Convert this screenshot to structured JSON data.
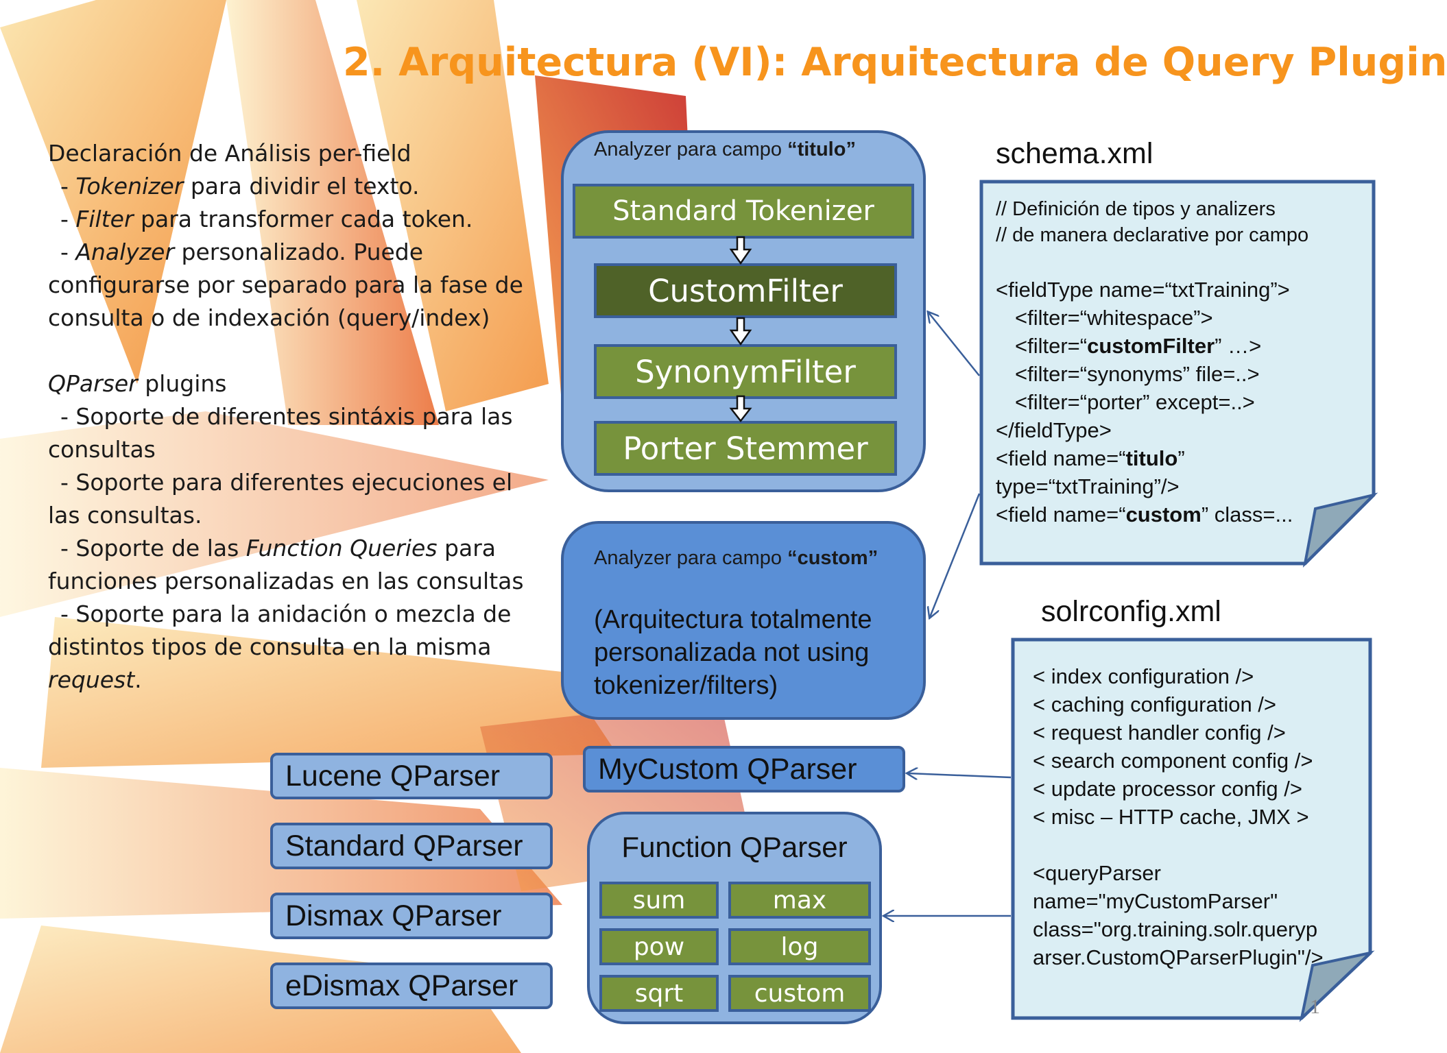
{
  "title": "2. Arquitectura (VI): Arquitectura de Query Plugin",
  "left": {
    "heading": "Declaración de Análisis per-field",
    "tokenizer_em": "Tokenizer",
    "tokenizer_rest": " para dividir el texto.",
    "filter_em": "Filter",
    "filter_rest": " para transformer cada token.",
    "analyzer_em": "Analyzer",
    "analyzer_rest": " personalizado. Puede",
    "analyzer_line2": "configurarse por separado para la fase de",
    "analyzer_line3": "consulta o de indexación (query/index)",
    "qparser_em": "QParser",
    "qparser_rest": " plugins",
    "s1": "- Soporte de diferentes sintáxis para las",
    "s1b": "consultas",
    "s2": "- Soporte para diferentes ejecuciones el",
    "s2b": "las consultas.",
    "s3a": "- Soporte de las ",
    "s3em": "Function Queries",
    "s3b": " para",
    "s3c": "funciones personalizadas en las consultas",
    "s4": "- Soporte para la anidación o mezcla de",
    "s4b": "distintos tipos de consulta en la misma",
    "s4em": "request",
    "s4end": "."
  },
  "titulo_panel": {
    "label_pre": "Analyzer para campo ",
    "label_bold": "“titulo”",
    "steps": [
      "Standard Tokenizer",
      "CustomFilter",
      "SynonymFilter",
      "Porter Stemmer"
    ]
  },
  "custom_panel": {
    "label_pre": "Analyzer para campo ",
    "label_bold": "“custom”",
    "line1": "(Arquitectura totalmente",
    "line2": "personalizada not using",
    "line3": "tokenizer/filters)"
  },
  "qparsers": [
    "Lucene QParser",
    "Standard QParser",
    "Dismax QParser",
    "eDismax QParser"
  ],
  "mycustom": "MyCustom QParser",
  "function_panel": {
    "title": "Function QParser",
    "functions": [
      "sum",
      "max",
      "pow",
      "log",
      "sqrt",
      "custom"
    ]
  },
  "schema": {
    "heading": "schema.xml",
    "l1": "// Definición de tipos y analizers",
    "l2": "// de manera declarative por campo",
    "l3": "<fieldType name=“txtTraining”>",
    "l4": "<filter=“whitespace”>",
    "l5a": "<filter=“",
    "l5b": "customFilter",
    "l5c": "” …>",
    "l6": "<filter=“synonyms” file=..>",
    "l7": "<filter=“porter” except=..>",
    "l8": "</fieldType>",
    "l9a": "<field name=“",
    "l9b": "titulo",
    "l9c": "”",
    "l10": "type=“txtTraining”/>",
    "l11a": "<field name=“",
    "l11b": "custom",
    "l11c": "” class=..."
  },
  "solrconfig": {
    "heading": "solrconfig.xml",
    "lines": [
      "< index configuration />",
      "< caching configuration />",
      "< request handler config />",
      "< search component config />",
      "< update processor config />",
      "< misc –  HTTP cache, JMX >",
      "",
      "<queryParser",
      "name=\"myCustomParser\"",
      "class=\"org.training.solr.queryp",
      "arser.CustomQParserPlugin\"/>"
    ]
  },
  "page_number": "1",
  "colors": {
    "title": "#f7941d",
    "panel_light": "#8fb3e0",
    "panel_mid": "#5a8fd6",
    "green": "#77933c",
    "dark_green": "#4f6228",
    "border": "#3a5f9a",
    "note": "#dbeef4"
  }
}
